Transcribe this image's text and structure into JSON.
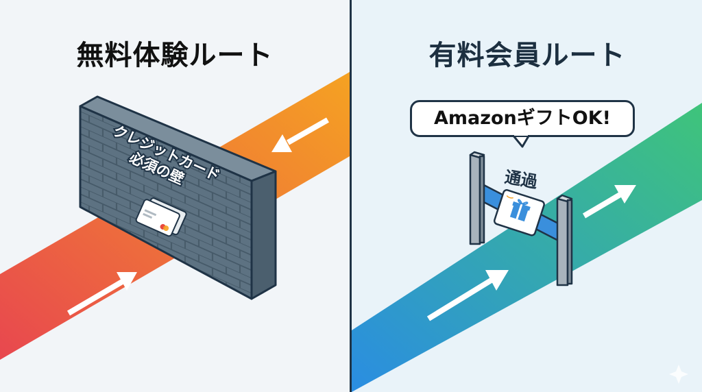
{
  "left_panel": {
    "title": "無料体験ルート",
    "wall_label_line1": "クレジットカード",
    "wall_label_line2": "必須の壁",
    "icons": [
      "brick-wall-icon",
      "credit-card-icon",
      "arrow-icon"
    ],
    "colors": {
      "road_start": "#e8474f",
      "road_end": "#f5a222",
      "wall": "#5d7282"
    }
  },
  "right_panel": {
    "title": "有料会員ルート",
    "speech_bubble": "AmazonギフトOK!",
    "gate_label": "通過",
    "icons": [
      "gate-icon",
      "gift-card-icon",
      "arrow-icon"
    ],
    "colors": {
      "road_start": "#2a8de2",
      "road_end": "#3fc47a"
    }
  }
}
